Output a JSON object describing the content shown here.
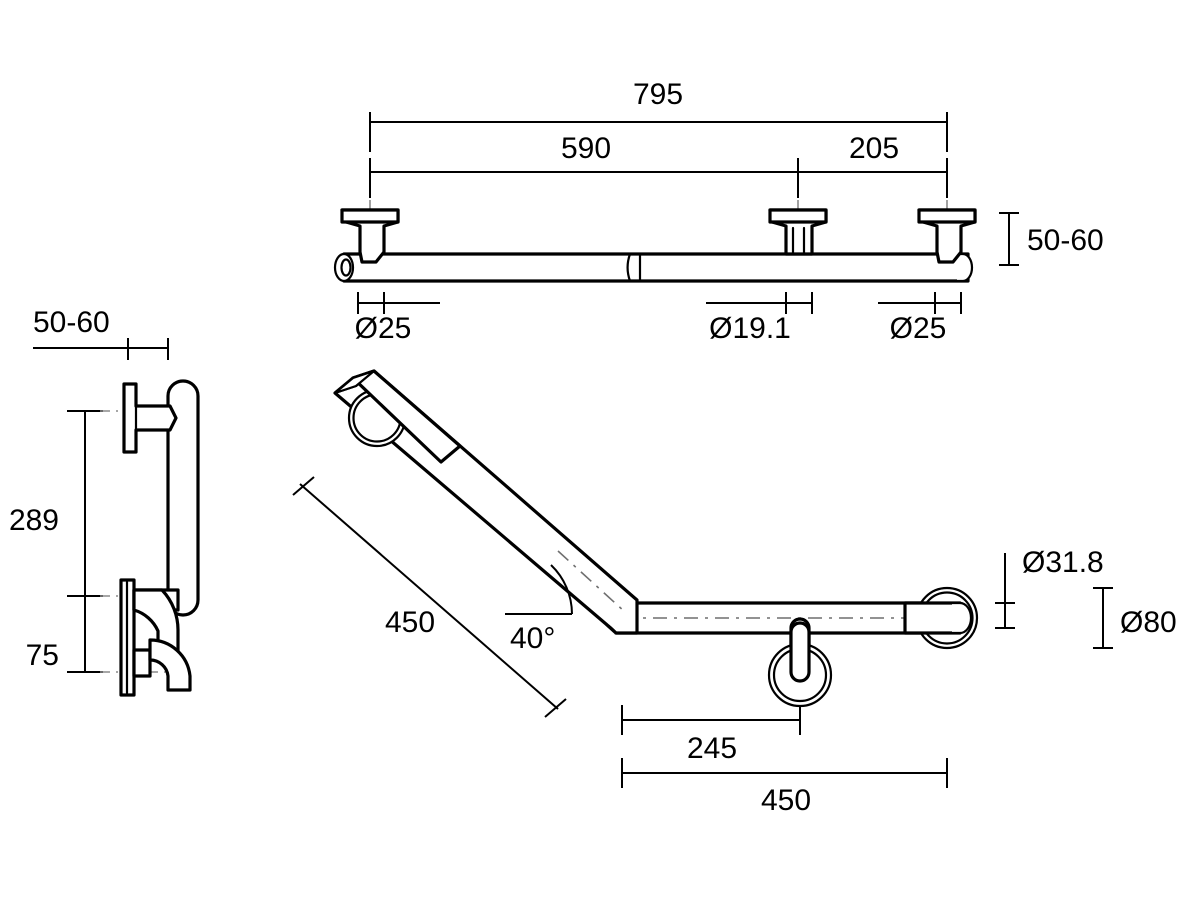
{
  "drawing": {
    "title": "Grab rail dimensioned technical drawing",
    "units": "mm",
    "line_color": "#000000",
    "background_color": "#ffffff",
    "centerline_color": "#6f6f6f"
  },
  "views": {
    "top": {
      "name": "straight-rail-elevation",
      "dimensions": {
        "overall_length": "795",
        "segment_left": "590",
        "segment_right": "205",
        "wall_standoff": "50-60",
        "tube_dia_left": "Ø25",
        "tube_dia_mid": "Ø19.1",
        "tube_dia_right": "Ø25"
      }
    },
    "side": {
      "name": "side-elevation",
      "dimensions": {
        "wall_standoff": "50-60",
        "height_total": "289",
        "height_lower": "75"
      }
    },
    "angled": {
      "name": "angled-rail-elevation",
      "dimensions": {
        "diagonal_length": "450",
        "bend_angle": "40°",
        "flange_dia": "Ø31.8",
        "rosette_dia": "Ø80",
        "support_offset": "245",
        "horizontal_length": "450"
      }
    }
  },
  "labels": [
    {
      "id": "top-795",
      "text": "795"
    },
    {
      "id": "top-590",
      "text": "590"
    },
    {
      "id": "top-205",
      "text": "205"
    },
    {
      "id": "top-5060",
      "text": "50-60"
    },
    {
      "id": "top-d25-left",
      "text": "Ø25"
    },
    {
      "id": "top-d191",
      "text": "Ø19.1"
    },
    {
      "id": "top-d25-right",
      "text": "Ø25"
    },
    {
      "id": "side-5060",
      "text": "50-60"
    },
    {
      "id": "side-289",
      "text": "289"
    },
    {
      "id": "side-75",
      "text": "75"
    },
    {
      "id": "ang-450-diag",
      "text": "450"
    },
    {
      "id": "ang-40deg",
      "text": "40°"
    },
    {
      "id": "ang-d318",
      "text": "Ø31.8"
    },
    {
      "id": "ang-d80",
      "text": "Ø80"
    },
    {
      "id": "ang-245",
      "text": "245"
    },
    {
      "id": "ang-450-horz",
      "text": "450"
    }
  ]
}
